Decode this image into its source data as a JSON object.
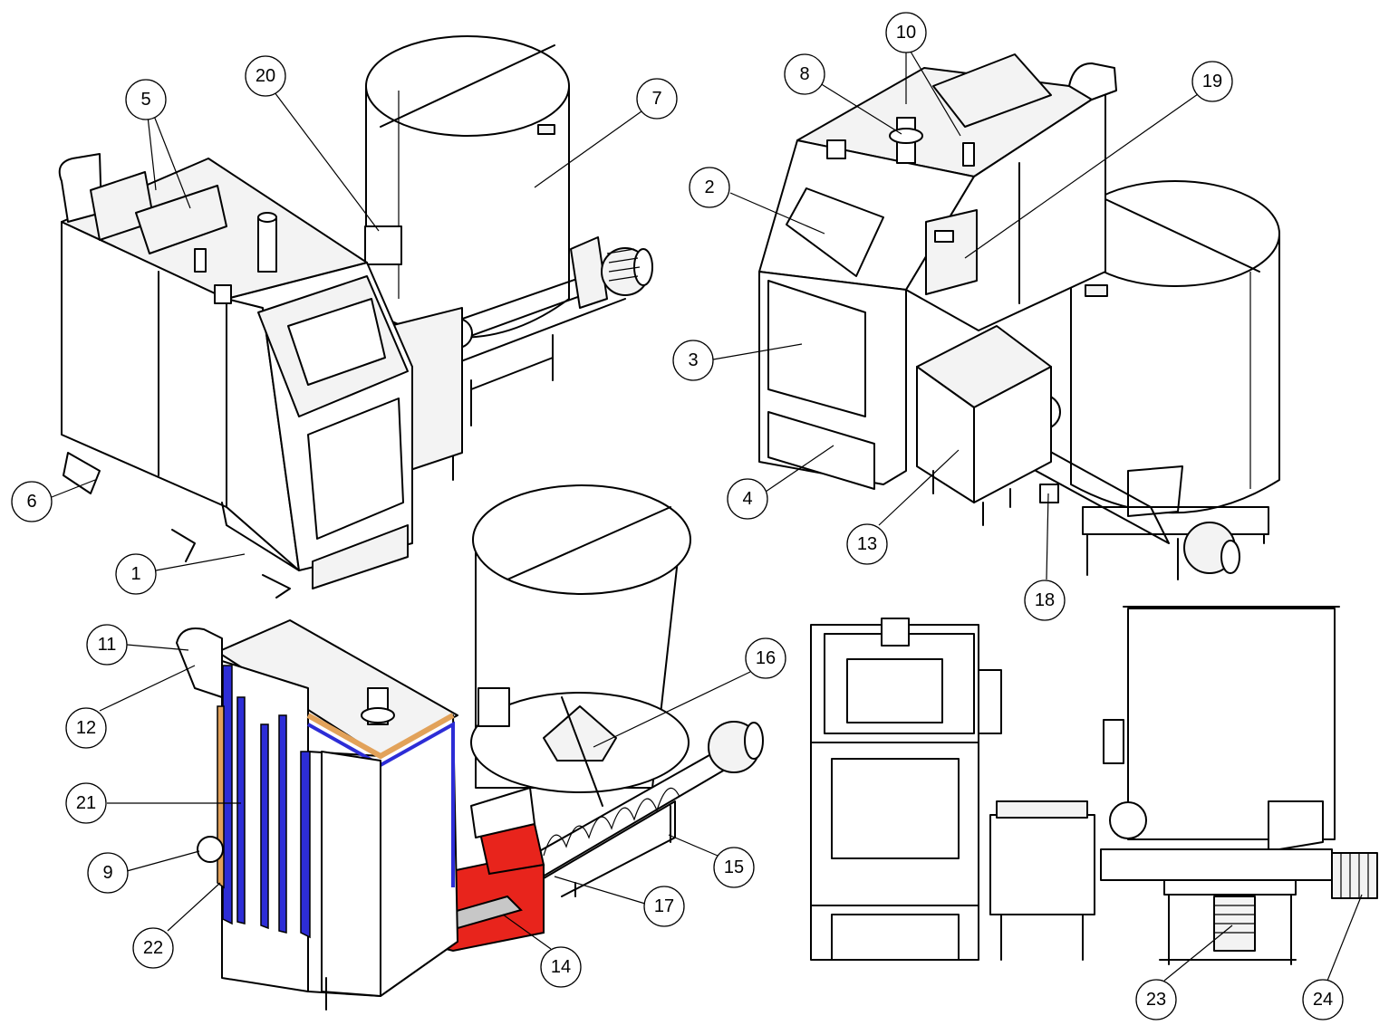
{
  "colors": {
    "line": "#000000",
    "insulation_blue": "#2d2dd6",
    "insulation_orange": "#e2a25a",
    "burner_red": "#e8241c",
    "background": "#ffffff"
  },
  "callouts": [
    {
      "label": "1"
    },
    {
      "label": "2"
    },
    {
      "label": "3"
    },
    {
      "label": "4"
    },
    {
      "label": "5"
    },
    {
      "label": "6"
    },
    {
      "label": "7"
    },
    {
      "label": "8"
    },
    {
      "label": "9"
    },
    {
      "label": "10"
    },
    {
      "label": "11"
    },
    {
      "label": "12"
    },
    {
      "label": "13"
    },
    {
      "label": "14"
    },
    {
      "label": "15"
    },
    {
      "label": "16"
    },
    {
      "label": "17"
    },
    {
      "label": "18"
    },
    {
      "label": "19"
    },
    {
      "label": "20"
    },
    {
      "label": "21"
    },
    {
      "label": "22"
    },
    {
      "label": "23"
    },
    {
      "label": "24"
    }
  ]
}
